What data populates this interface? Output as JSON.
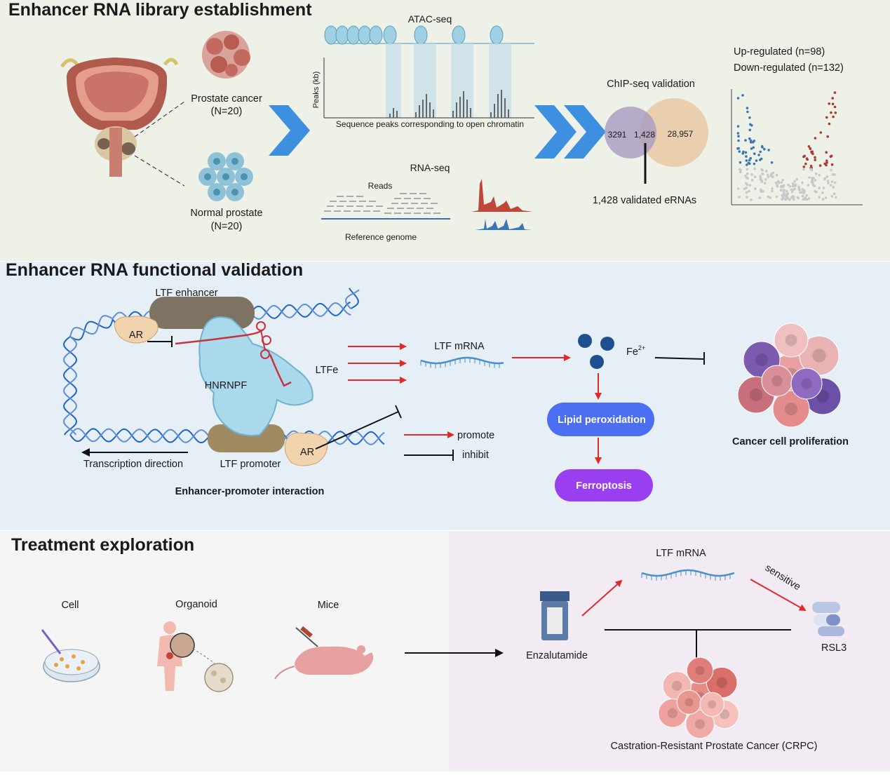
{
  "colors": {
    "panel1_bg": "#eef1e7",
    "panel2_bg": "#e6eef6",
    "panel3_bg": "#f5f5f6",
    "panel3b_bg": "#f3ebf3",
    "up_red": "#b03a2e",
    "down_blue": "#3b78b0",
    "arrow_blue": "#3d8fe0",
    "promote_red": "#e02a2a",
    "lipid_pill": "#4c6ef2",
    "ferroptosis_pill": "#9a3ff0"
  },
  "section1": {
    "title": "Enhancer RNA library establishment",
    "prostate_cancer": "Prostate cancer",
    "prostate_cancer_n": "(N=20)",
    "normal_prostate": "Normal prostate",
    "normal_prostate_n": "(N=20)",
    "atac_title": "ATAC-seq",
    "peaks_axis": "Peaks (kb)",
    "peaks_caption": "Sequence peaks corresponding to open chromatin",
    "rnaseq_title": "RNA-seq",
    "reads_label": "Reads",
    "reference_label": "Reference genome",
    "chip_title": "ChIP-seq validation",
    "venn_left": "3291",
    "venn_mid": "1,428",
    "venn_right": "28,957",
    "validated": "1,428 validated eRNAs",
    "up_regulated": "Up-regulated  (n=98)",
    "down_regulated": "Down-regulated  (n=132)"
  },
  "section2": {
    "title": "Enhancer RNA functional validation",
    "ltf_enhancer": "LTF enhancer",
    "ar_top": "AR",
    "hnrnpf": "HNRNPF",
    "ltfe": "LTFe",
    "ltf_promoter": "LTF promoter",
    "ar_bottom": "AR",
    "transcription_direction": "Transcription direction",
    "enhancer_promoter": "Enhancer-promoter interaction",
    "legend_promote": "promote",
    "legend_inhibit": "inhibit",
    "ltf_mrna": "LTF mRNA",
    "fe": "Fe",
    "fe_sup": "2+",
    "lipid": "Lipid peroxidation",
    "ferroptosis": "Ferroptosis",
    "cancer_prolif": "Cancer cell proliferation"
  },
  "section3": {
    "title": "Treatment  exploration",
    "cell": "Cell",
    "organoid": "Organoid",
    "mice": "Mice",
    "enzalutamide": "Enzalutamide",
    "ltf_mrna": "LTF mRNA",
    "sensitive": "sensitive",
    "rsl3": "RSL3",
    "crpc": "Castration-Resistant Prostate Cancer (CRPC)"
  }
}
